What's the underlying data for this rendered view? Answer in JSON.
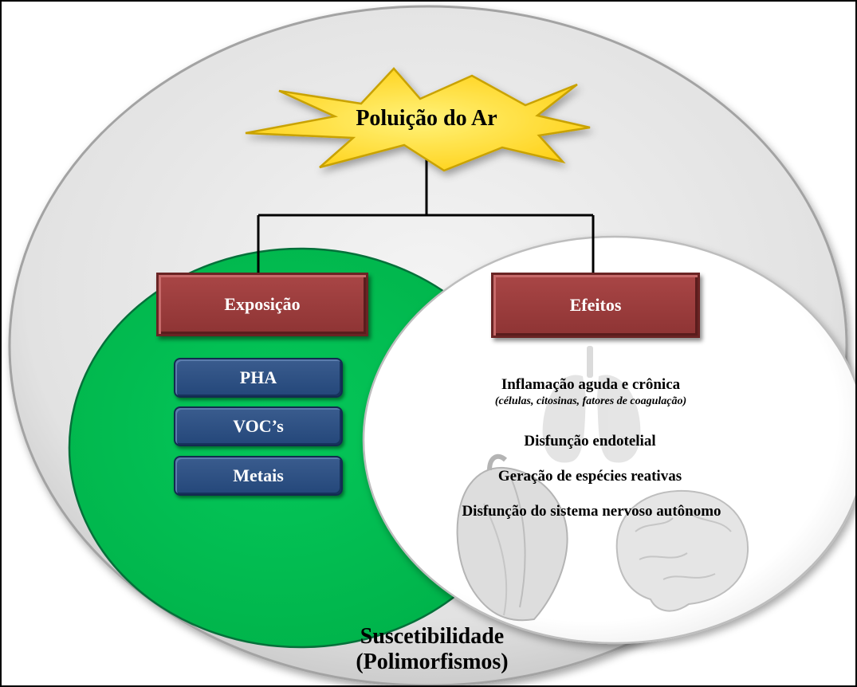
{
  "diagram": {
    "central": "Poluição do Ar",
    "branches": {
      "exposure": {
        "title": "Exposição",
        "items": [
          "PHA",
          "VOC’s",
          "Metais"
        ]
      },
      "effects": {
        "title": "Efeitos",
        "items": [
          {
            "text": "Inflamação aguda e crônica",
            "note": "(células, citosinas, fatores de coagulação)"
          },
          {
            "text": "Disfunção endotelial"
          },
          {
            "text": "Geração de espécies reativas"
          },
          {
            "text": "Disfunção do sistema nervoso autônomo"
          }
        ]
      }
    },
    "outer_label": {
      "line1": "Suscetibilidade",
      "line2": "(Polimorfismos)"
    }
  },
  "colors": {
    "outer_circle": "#e3e3e3",
    "exposure_circle": "#00c050",
    "effects_circle": "#ffffff",
    "star": "#ffe030",
    "red_box": "#963a3a",
    "blue_box": "#2e5285"
  },
  "icons": [
    "lungs-icon",
    "heart-icon",
    "brain-icon"
  ]
}
